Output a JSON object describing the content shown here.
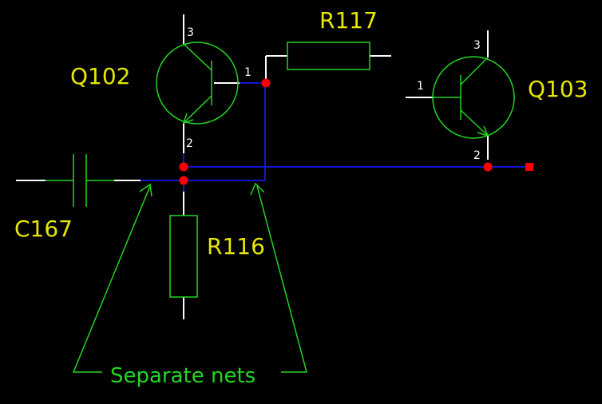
{
  "colors": {
    "background": "#000000",
    "component": "#22d622",
    "reference": "#e6e600",
    "wire": "#1414d2",
    "pin_lead": "#ffffff",
    "junction": "#ff0000"
  },
  "components": {
    "q102": {
      "ref": "Q102",
      "pin_collector": "3",
      "pin_base": "1",
      "pin_emitter": "2"
    },
    "q103": {
      "ref": "Q103",
      "pin_collector": "3",
      "pin_base": "1",
      "pin_emitter": "2"
    },
    "r117": {
      "ref": "R117"
    },
    "r116": {
      "ref": "R116"
    },
    "c167": {
      "ref": "C167"
    }
  },
  "annotation": {
    "text": "Separate nets"
  }
}
